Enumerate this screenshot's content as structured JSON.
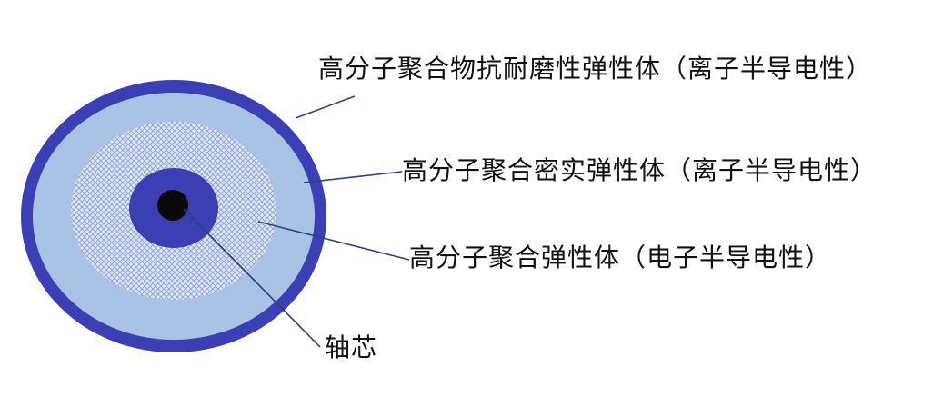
{
  "labels": {
    "outer_layer": "高分子聚合物抗耐磨性弹性体（离子半导电性）",
    "middle_layer": "高分子聚合密实弹性体（离子半导电性）",
    "inner_layer": "高分子聚合弹性体（电子半导电性）",
    "core": "轴芯"
  },
  "colors": {
    "outer_ring": "#3a3fb4",
    "outer_ring_edge": "#2a2f95",
    "light_blue_layer": "#a9c3e6",
    "mesh_layer_bg": "#dfe6f4",
    "mesh_pattern": "#8d9fd0",
    "inner_ring": "#3a3fb4",
    "core": "#0a0a0a",
    "leader_line": "#2e3f7a"
  }
}
